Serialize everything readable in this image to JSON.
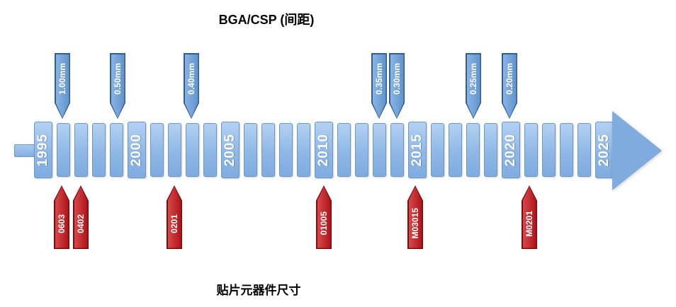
{
  "title": "BGA/CSP (间距)",
  "bottom_title": "贴片元器件尺寸",
  "timeline": {
    "years": [
      "1995",
      "2000",
      "2005",
      "2010",
      "2015",
      "2020",
      "2025"
    ]
  },
  "top_markers": [
    {
      "label": "1.00mm"
    },
    {
      "label": "0.50mm"
    },
    {
      "label": "0.40mm"
    },
    {
      "label": "0.35mm"
    },
    {
      "label": "0.30mm"
    },
    {
      "label": "0.25mm"
    },
    {
      "label": "0.20mm"
    }
  ],
  "bottom_markers": [
    {
      "label": "0603"
    },
    {
      "label": "0402"
    },
    {
      "label": "0201"
    },
    {
      "label": "01005"
    },
    {
      "label": "M03015"
    },
    {
      "label": "M0201"
    }
  ],
  "colors": {
    "timeline_fill": "#8fb8e6",
    "timeline_border": "#6b96c8",
    "top_marker_fill": "#6f9fd6",
    "top_marker_border": "#2f5d94",
    "bottom_marker_fill": "#c0181c",
    "bottom_marker_border": "#7d0b0e"
  }
}
